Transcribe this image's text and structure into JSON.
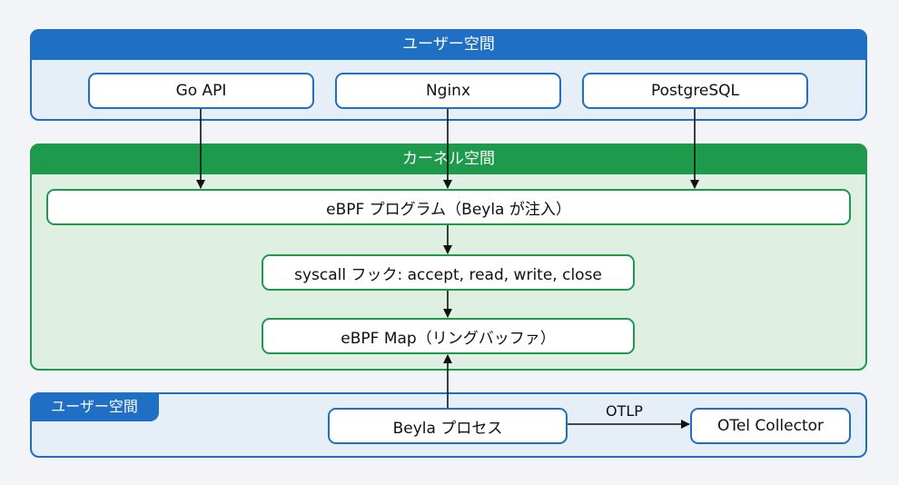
{
  "user_space_top": {
    "title": "ユーザー空間",
    "nodes": [
      "Go API",
      "Nginx",
      "PostgreSQL"
    ]
  },
  "kernel_space": {
    "title": "カーネル空間",
    "ebpf_program": "eBPF プログラム（Beyla が注入）",
    "syscall_hook": "syscall フック: accept, read, write, close",
    "ebpf_map": "eBPF Map（リングバッファ）"
  },
  "user_space_bottom": {
    "title": "ユーザー空間",
    "beyla_process": "Beyla プロセス",
    "otel_collector": "OTel Collector",
    "edge_label": "OTLP"
  },
  "colors": {
    "user_space": "#1f6fc5",
    "kernel_space": "#1e9a4c"
  }
}
